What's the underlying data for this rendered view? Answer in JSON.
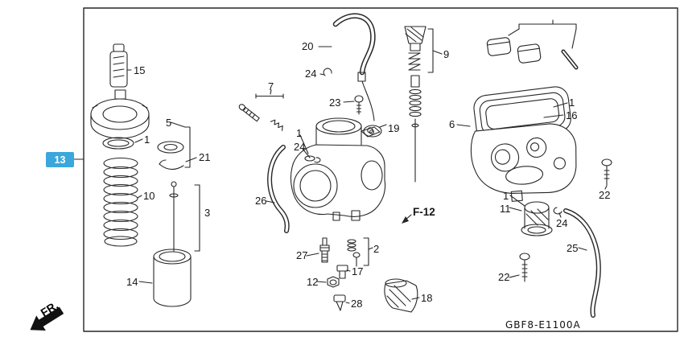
{
  "diagram": {
    "code": "GBF8-E1100A",
    "direction_label": "FR.",
    "highlight_color": "#3ba7dc",
    "callouts": {
      "c15": "15",
      "c5": "5",
      "c1_left": "1",
      "c13": "13",
      "c10": "10",
      "c21": "21",
      "c3": "3",
      "c14": "14",
      "c7": "7",
      "c24_top": "24",
      "c20": "20",
      "c23": "23",
      "c9": "9",
      "c19": "19",
      "c1_mid": "1",
      "c24_mid": "24",
      "c26": "26",
      "f12": "F-12",
      "c6": "6",
      "c1_tray": "1",
      "c16": "16",
      "c22_right": "22",
      "c1_float": "1",
      "c11": "11",
      "c24_right": "24",
      "c25": "25",
      "c22_bottom": "22",
      "c27": "27",
      "c2": "2",
      "c17": "17",
      "c12": "12",
      "c28": "28",
      "c18": "18"
    }
  }
}
